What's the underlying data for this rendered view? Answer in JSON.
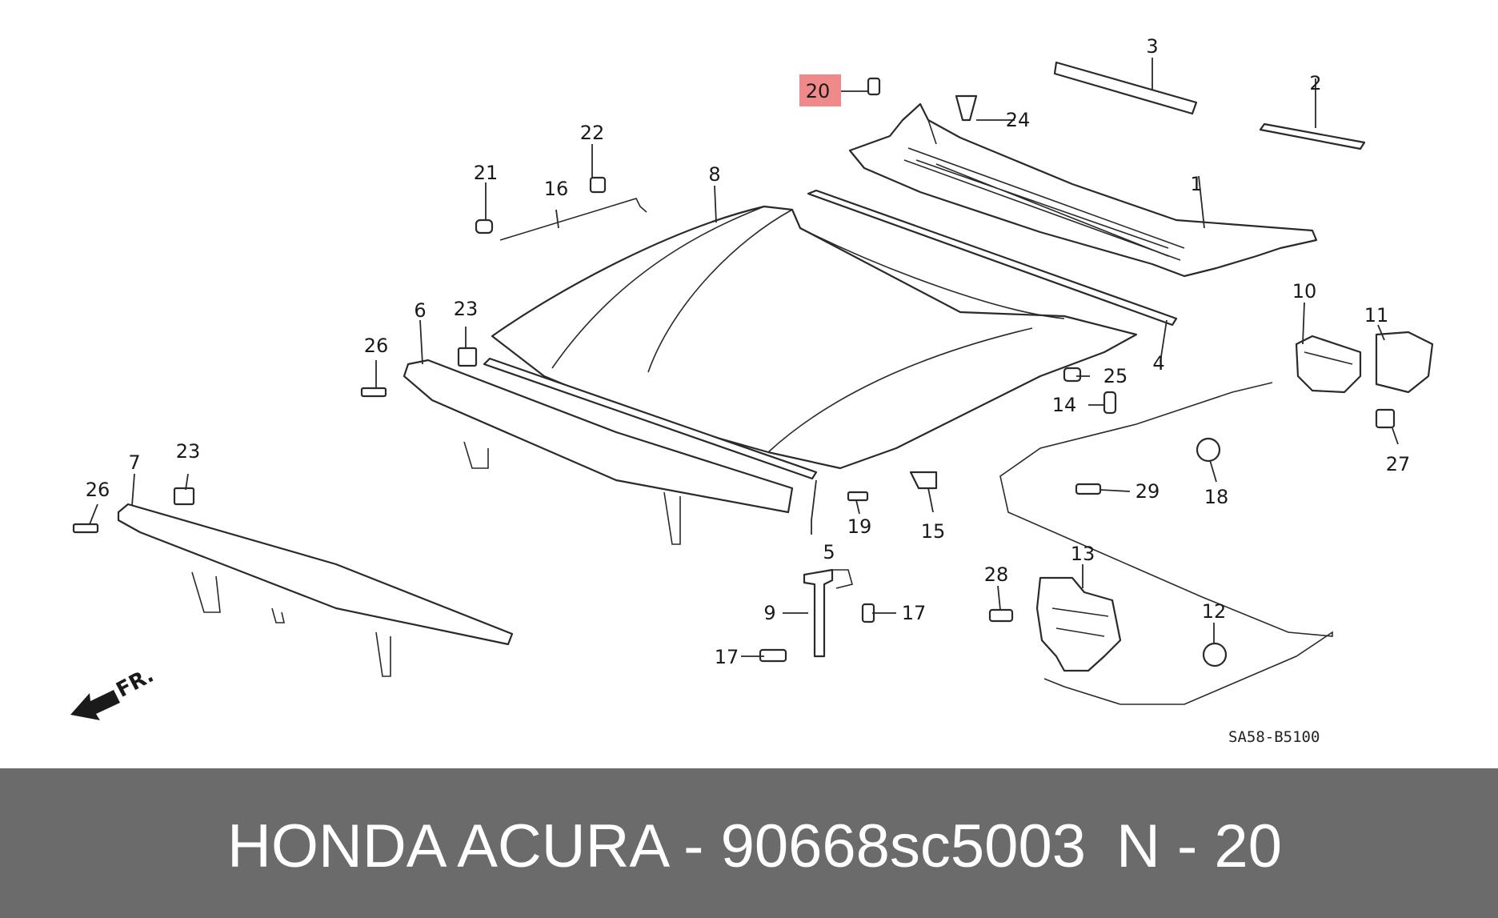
{
  "callouts": [
    {
      "id": "c1",
      "text": "1"
    },
    {
      "id": "c2",
      "text": "2"
    },
    {
      "id": "c3",
      "text": "3"
    },
    {
      "id": "c4",
      "text": "4"
    },
    {
      "id": "c5",
      "text": "5"
    },
    {
      "id": "c6",
      "text": "6"
    },
    {
      "id": "c7",
      "text": "7"
    },
    {
      "id": "c8",
      "text": "8"
    },
    {
      "id": "c9",
      "text": "9"
    },
    {
      "id": "c10",
      "text": "10"
    },
    {
      "id": "c11",
      "text": "11"
    },
    {
      "id": "c12",
      "text": "12"
    },
    {
      "id": "c13",
      "text": "13"
    },
    {
      "id": "c14",
      "text": "14"
    },
    {
      "id": "c15",
      "text": "15"
    },
    {
      "id": "c16",
      "text": "16"
    },
    {
      "id": "c17a",
      "text": "17"
    },
    {
      "id": "c17b",
      "text": "17"
    },
    {
      "id": "c18",
      "text": "18"
    },
    {
      "id": "c19",
      "text": "19"
    },
    {
      "id": "c20",
      "text": "20"
    },
    {
      "id": "c21",
      "text": "21"
    },
    {
      "id": "c22",
      "text": "22"
    },
    {
      "id": "c23a",
      "text": "23"
    },
    {
      "id": "c23b",
      "text": "23"
    },
    {
      "id": "c24",
      "text": "24"
    },
    {
      "id": "c25",
      "text": "25"
    },
    {
      "id": "c26a",
      "text": "26"
    },
    {
      "id": "c26b",
      "text": "26"
    },
    {
      "id": "c27",
      "text": "27"
    },
    {
      "id": "c28",
      "text": "28"
    },
    {
      "id": "c29",
      "text": "29"
    }
  ],
  "highlight_color": "#f08a8a",
  "direction_label": "FR.",
  "diagram_code": "SA58-B5100",
  "footer": {
    "brand_part": "HONDA ACURA - 90668sc5003",
    "reference": "N - 20"
  }
}
